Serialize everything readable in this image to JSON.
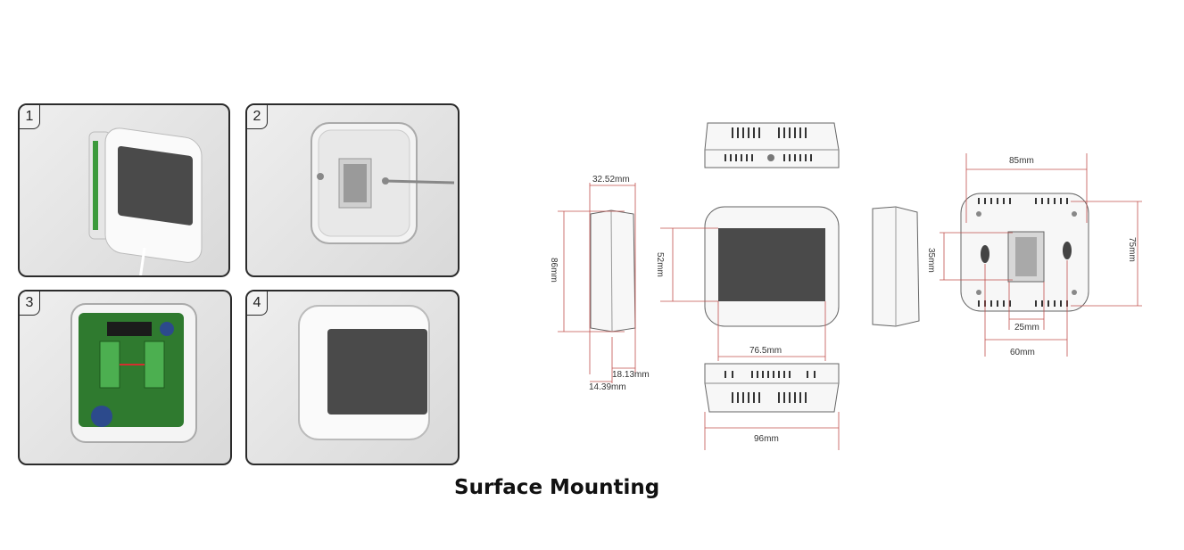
{
  "steps": [
    {
      "label": "1"
    },
    {
      "label": "2"
    },
    {
      "label": "3"
    },
    {
      "label": "4"
    }
  ],
  "caption": "Surface Mounting",
  "dimensions": {
    "side_depth_top": "32.52mm",
    "side_height": "86mm",
    "side_depth_bottom": "18.13mm",
    "side_depth_total": "14.39mm",
    "screen_height": "52mm",
    "screen_width": "76.5mm",
    "overall_width": "96mm",
    "back_width_top": "85mm",
    "back_height": "75mm",
    "back_hole_spacing_v": "35mm",
    "back_center_width": "25mm",
    "back_hole_spacing_h": "60mm"
  },
  "colors": {
    "screen": "#4a4a4a",
    "pcb_green": "#2f7a2f",
    "terminal_green": "#4caf50",
    "dimension_line": "#c0504d",
    "device_white": "#fafafa"
  }
}
